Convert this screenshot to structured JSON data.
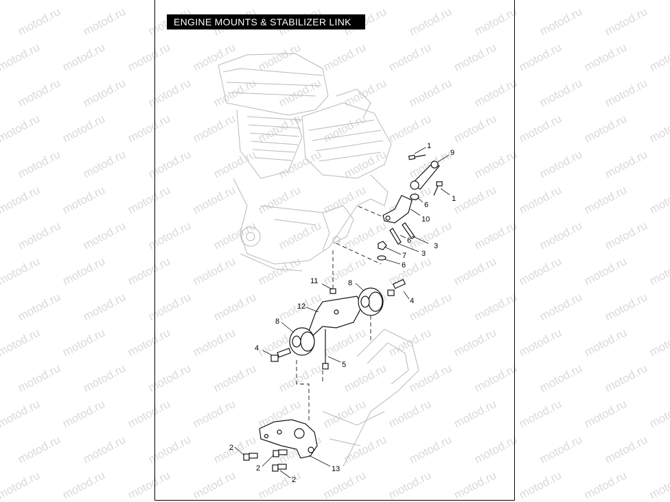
{
  "title": "ENGINE MOUNTS & STABILIZER LINK",
  "watermark": "motod.ru",
  "callouts": [
    {
      "id": "c1a",
      "label": "1"
    },
    {
      "id": "c9",
      "label": "9"
    },
    {
      "id": "c1b",
      "label": "1"
    },
    {
      "id": "c6a",
      "label": "6"
    },
    {
      "id": "c10",
      "label": "10"
    },
    {
      "id": "c6b",
      "label": "6"
    },
    {
      "id": "c3a",
      "label": "3"
    },
    {
      "id": "c3b",
      "label": "3"
    },
    {
      "id": "c7",
      "label": "7"
    },
    {
      "id": "c6c",
      "label": "6"
    },
    {
      "id": "c11",
      "label": "11"
    },
    {
      "id": "c8a",
      "label": "8"
    },
    {
      "id": "c4a",
      "label": "4"
    },
    {
      "id": "c12",
      "label": "12"
    },
    {
      "id": "c8b",
      "label": "8"
    },
    {
      "id": "c4b",
      "label": "4"
    },
    {
      "id": "c5",
      "label": "5"
    },
    {
      "id": "c2a",
      "label": "2"
    },
    {
      "id": "c2b",
      "label": "2"
    },
    {
      "id": "c2c",
      "label": "2"
    },
    {
      "id": "c13",
      "label": "13"
    }
  ]
}
